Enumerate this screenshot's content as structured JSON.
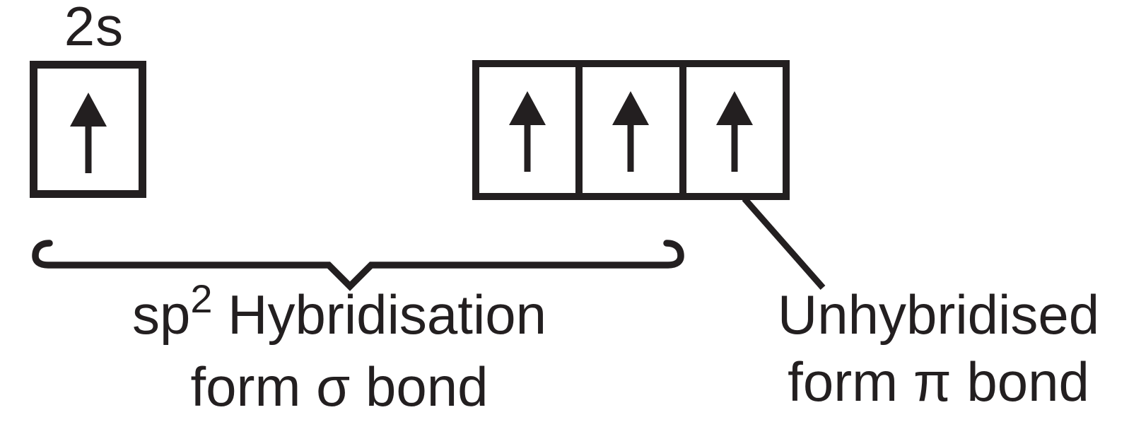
{
  "diagram": {
    "title_context": "orbital hybridisation diagram",
    "orbital_2s_label": "2s",
    "s_box": {
      "electron_arrow": "up"
    },
    "p_boxes": [
      {
        "electron_arrow": "up"
      },
      {
        "electron_arrow": "up"
      },
      {
        "electron_arrow": "up"
      }
    ],
    "captions": {
      "sp_base": "sp",
      "sp_sup": "2",
      "hybridisation_rest": " Hybridisation",
      "sigma_line": "form σ bond",
      "unhybridised_line": "Unhybridised",
      "pi_line": "form π bond"
    },
    "colors": {
      "ink": "#231f20",
      "background": "#ffffff"
    }
  }
}
